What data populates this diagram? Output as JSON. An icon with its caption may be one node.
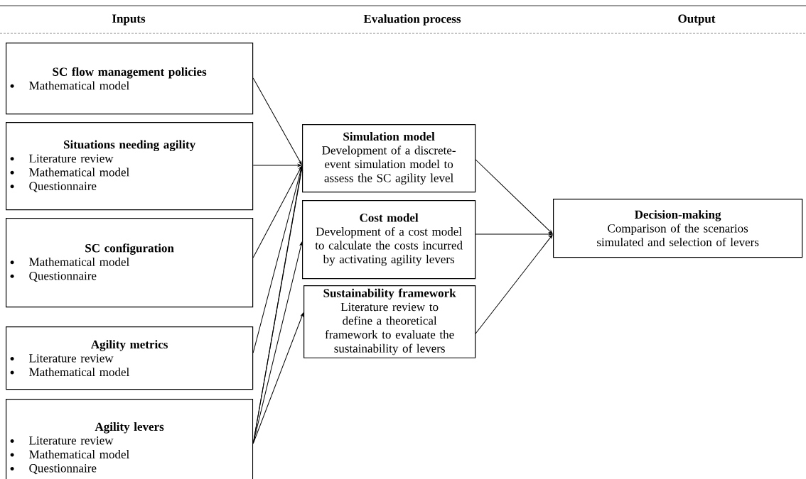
{
  "diagram": {
    "nodes": [
      {
        "text": [
          "SC flow management policies",
          "Mathematical model"
        ]
      },
      {
        "text": [
          "Situations needing agility",
          "Literature review",
          "Mathematical model",
          "Questionnaire"
        ]
      },
      {
        "text": [
          "SC configuration",
          "Mathematical model",
          "Questionnaire"
        ]
      },
      {
        "text": [
          "Agility metrics",
          "Literature review",
          "Mathematical model"
        ]
      },
      {
        "text": [
          "Agility levers",
          "Literature review",
          "Mathematical model",
          "Questionnaire"
        ]
      },
      {
        "text": [
          "Simulation model",
          "Development of a discrete-event simulation model to assess the SC agility level"
        ]
      },
      {
        "text": [
          "Cost model",
          "Development of a cost model to calculate the costs incurred by activating agility levers"
        ]
      },
      {
        "text": [
          "Sustainability framework",
          "Literature review to define a theoretical framework to evaluate the sustainability of levers"
        ]
      },
      {
        "text": [
          "Decision-making",
          "Comparison of the scenarios simulated and selection of levers"
        ]
      }
    ],
    "edges": [
      {
        "from": 0,
        "to": 5,
        "arrow": "to"
      },
      {
        "from": 1,
        "to": 5,
        "arrow": "to"
      },
      {
        "from": 2,
        "to": 5,
        "arrow": "to"
      },
      {
        "from": 3,
        "to": 5,
        "arrow": "to"
      },
      {
        "from": 4,
        "to": 5,
        "arrow": "to"
      },
      {
        "from": 4,
        "to": 5,
        "arrow": "to"
      },
      {
        "from": 4,
        "to": 6,
        "arrow": "to"
      },
      {
        "from": 4,
        "to": 7,
        "arrow": "to"
      },
      {
        "from": 5,
        "to": 8,
        "arrow": "to"
      },
      {
        "from": 6,
        "to": 8,
        "arrow": "to"
      },
      {
        "from": 7,
        "to": 8,
        "arrow": "to"
      }
    ],
    "labels": [
      "Inputs",
      "Evaluation process",
      "Output"
    ]
  }
}
